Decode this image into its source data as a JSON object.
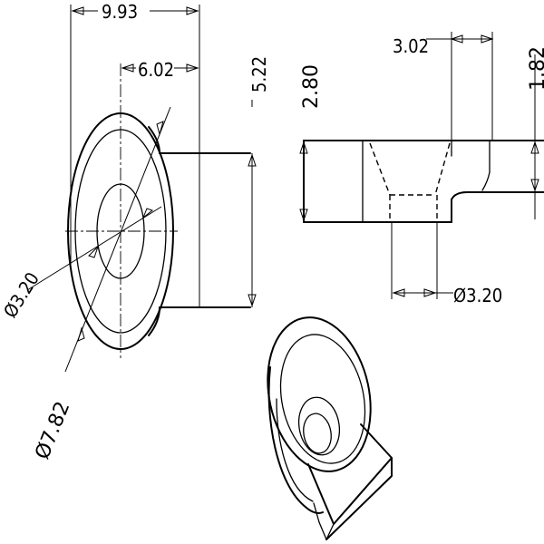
{
  "drawing": {
    "dimensions": {
      "overall_width": "9.93",
      "center_offset": "6.02",
      "overall_height": "5.22",
      "hole_diameter": "Ø3.20",
      "outer_diameter": "Ø7.82",
      "side_height": "2.80",
      "counterbore_width": "3.02",
      "step_height": "1.82",
      "side_hole_diameter": "Ø3.20"
    }
  }
}
